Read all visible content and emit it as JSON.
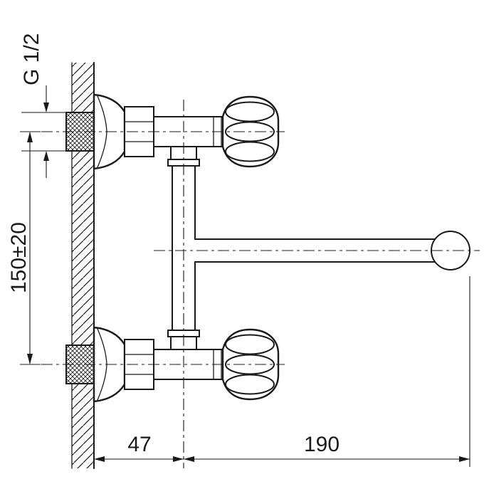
{
  "drawing": {
    "type": "technical-drawing",
    "subject": "wall-mounted two-handle mixer tap with mounting dimensions",
    "labels": {
      "thread_size": "G 1/2",
      "connection_spacing": "150±20",
      "wall_to_axis": "47",
      "spout_length": "190"
    },
    "colors": {
      "line": "#1a1a1a",
      "background": "#ffffff"
    }
  }
}
